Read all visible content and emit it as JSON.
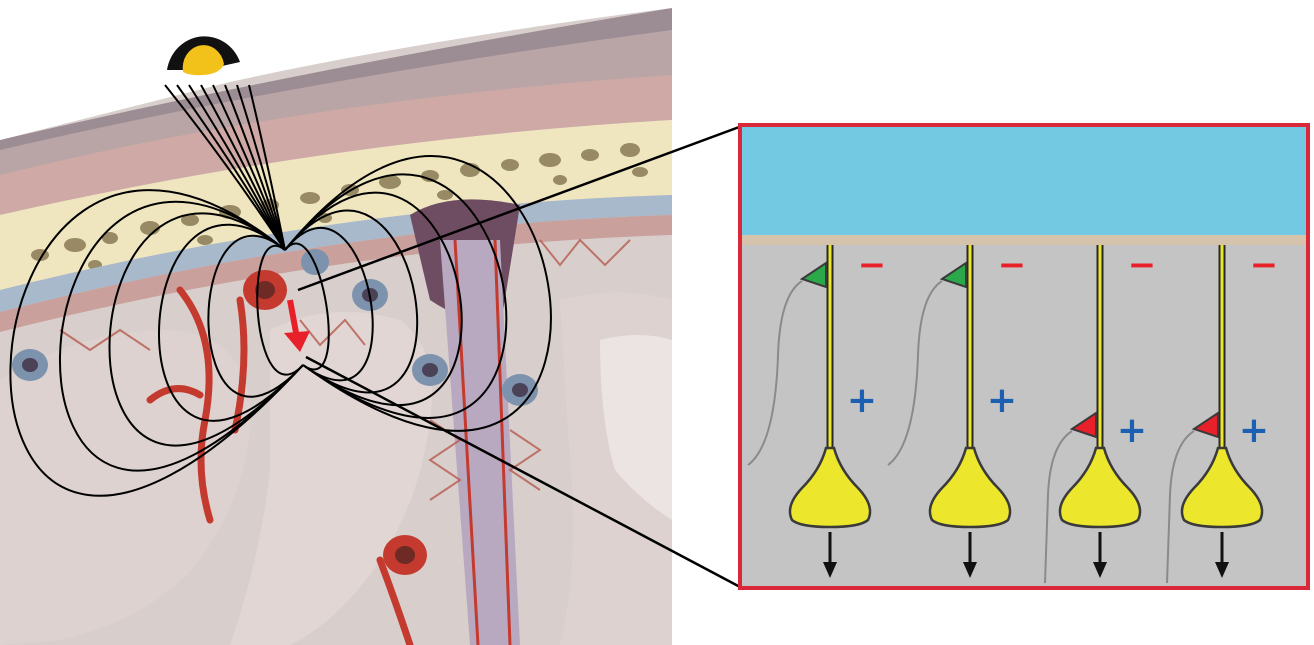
{
  "figure": {
    "anatomy_panel": {
      "sensor": {
        "icon": "meg-sensor-icon",
        "outer_color": "#111111",
        "inner_color": "#f2c21b"
      },
      "current_dipole": {
        "icon": "red-arrow-icon",
        "color": "#e8202a"
      },
      "field_lines": {
        "count": 12,
        "color": "#000000"
      },
      "tissue_colors": {
        "skin": "#e8d8d6",
        "skull": "#efe6c0",
        "scalp_dark": "#8f7d86",
        "vessel_red": "#c43a2e",
        "vessel_blue": "#7d93ad",
        "grey_matter": "#d8c9c6"
      }
    },
    "zoom_panel": {
      "border_color": "#d9283a",
      "top_layer_color": "#73c8e2",
      "strip_color": "#d6c3ac",
      "body_color": "#c4c4c4",
      "neurons": [
        {
          "synapse": "green",
          "synapse_color": "#2aa84a",
          "top_sign": "−",
          "side_sign": "+"
        },
        {
          "synapse": "green",
          "synapse_color": "#2aa84a",
          "top_sign": "−",
          "side_sign": "+"
        },
        {
          "synapse": "red",
          "synapse_color": "#e8202a",
          "top_sign": "−",
          "side_sign": "+"
        },
        {
          "synapse": "red",
          "synapse_color": "#e8202a",
          "top_sign": "−",
          "side_sign": "+"
        }
      ],
      "minus_color": "#e8202a",
      "plus_color": "#1d5fb0",
      "soma_color": "#ece62c"
    }
  }
}
